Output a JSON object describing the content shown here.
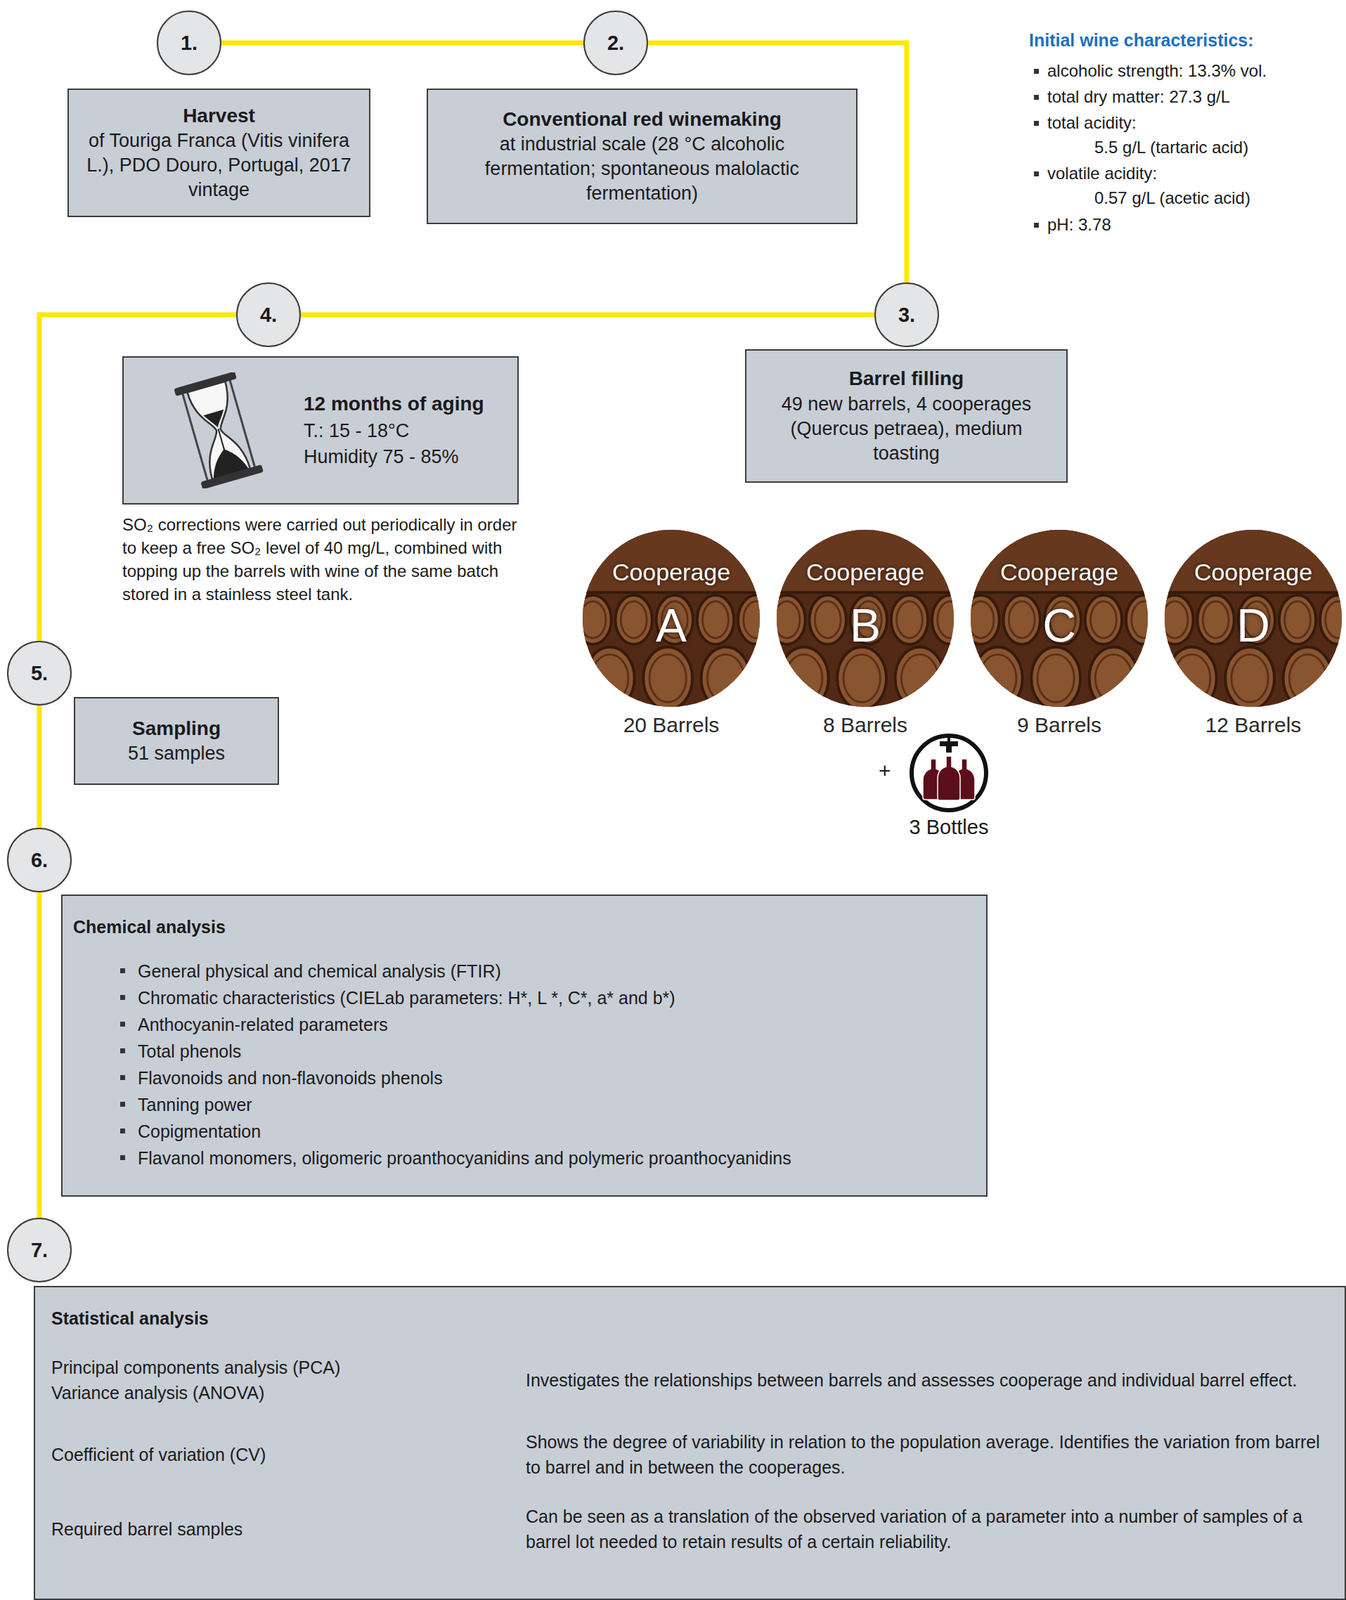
{
  "diagram": {
    "nodes": [
      {
        "text": [
          "1."
        ]
      },
      {
        "text": [
          "2."
        ]
      },
      {
        "text": [
          "Harvest",
          "of Touriga Franca (Vitis vinifera L.), PDO Douro, Portugal, 2017 vintage"
        ]
      },
      {
        "text": [
          "Conventional red winemaking",
          "at industrial scale (28 °C alcoholic fermentation; spontaneous malolactic fermentation)"
        ]
      },
      {
        "text": [
          "4."
        ]
      },
      {
        "text": [
          "3."
        ]
      },
      {
        "text": [
          "12 months of aging",
          "T.: 15 - 18°C",
          "Humidity 75 - 85%"
        ]
      },
      {
        "text": [
          "Barrel filling",
          "49 new barrels, 4 cooperages (Quercus petraea), medium toasting"
        ]
      },
      {
        "text": [
          "Cooperage",
          "A",
          "20 Barrels"
        ]
      },
      {
        "text": [
          "Cooperage",
          "B",
          "8 Barrels"
        ]
      },
      {
        "text": [
          "Cooperage",
          "C",
          "9 Barrels"
        ]
      },
      {
        "text": [
          "Cooperage",
          "D",
          "12 Barrels"
        ]
      },
      {
        "text": [
          "5."
        ]
      },
      {
        "text": [
          "Sampling",
          "51 samples"
        ]
      },
      {
        "text": [
          "6."
        ]
      },
      {
        "text": [
          "Chemical analysis",
          "General physical and chemical analysis (FTIR)",
          "Chromatic characteristics (CIELab parameters: H*, L *, C*, a* and b*)",
          "Anthocyanin-related parameters",
          "Total phenols",
          "Flavonoids and non-flavonoids phenols",
          "Tanning power",
          "Copigmentation",
          "Flavanol monomers, oligomeric proanthocyanidins and polymeric proanthocyanidins"
        ]
      },
      {
        "text": [
          "7."
        ]
      },
      {
        "text": [
          "Statistical analysis",
          "Principal components analysis (PCA)",
          "Variance analysis (ANOVA)",
          "Investigates the relationships between barrels and assesses cooperage and individual barrel effect.",
          "Coefficient of variation (CV)",
          "Shows the degree of variability in relation to the population average. Identifies the variation from barrel to barrel and in between the cooperages.",
          "Required barrel samples",
          "Can be seen as a translation of the observed variation of a parameter into a number of samples of a barrel lot needed to retain results of a certain reliability."
        ]
      }
    ],
    "edges": [
      {
        "from": 0,
        "to": 1,
        "arrow": "none"
      },
      {
        "from": 1,
        "to": 5,
        "arrow": "none"
      },
      {
        "from": 5,
        "to": 4,
        "arrow": "none"
      },
      {
        "from": 4,
        "to": 12,
        "arrow": "none"
      },
      {
        "from": 12,
        "to": 14,
        "arrow": "none"
      },
      {
        "from": 14,
        "to": 16,
        "arrow": "none"
      }
    ],
    "labels": [
      "Initial wine characteristics:",
      "alcoholic strength: 13.3% vol.",
      "total dry matter: 27.3 g/L",
      "total acidity:",
      "5.5 g/L (tartaric acid)",
      "volatile acidity:",
      "0.57 g/L (acetic acid)",
      "pH: 3.78",
      "SO₂ corrections were carried out periodically in order to keep a free SO₂ level of 40 mg/L, combined with topping up the barrels with wine of the same batch stored in a stainless steel tank.",
      "+",
      "3 Bottles"
    ]
  }
}
